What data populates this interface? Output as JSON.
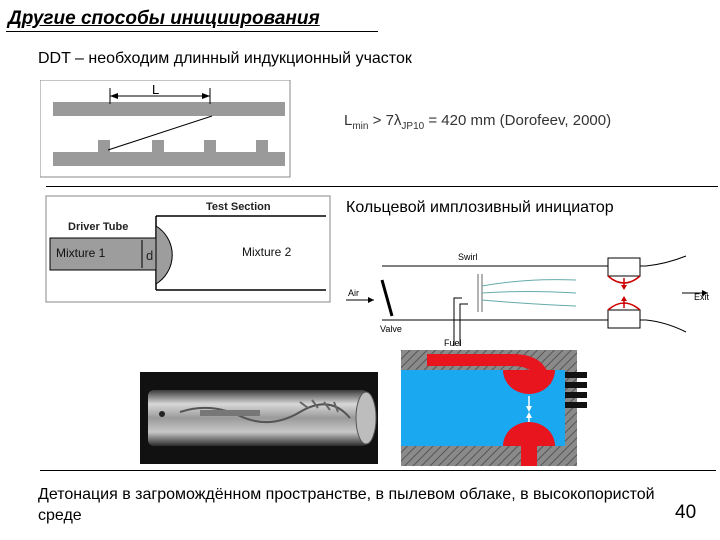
{
  "slide": {
    "title": "Другие способы инициирования",
    "subtitle": "DDT – необходим  длинный индукционный участок",
    "lmin": {
      "prefix": "L",
      "prefix_sub": "min",
      "middle": " > 7λ",
      "middle_sub": "JP10",
      "suffix": " = 420 mm  (Dorofeev, 2000)"
    },
    "ring_initiator_label": "Кольцевой имплозивный инициатор",
    "bottom_text": "Детонация в загромождённом пространстве, в пылевом облаке, в высокопористой среде",
    "page_number": "40"
  },
  "ddt_diagram": {
    "length_label": "L"
  },
  "driver_diagram": {
    "test_section": "Test Section",
    "driver_tube": "Driver Tube",
    "mixture1": "Mixture 1",
    "mixture2": "Mixture 2",
    "diameter": "d"
  },
  "engine_diagram": {
    "swirl": "Swirl",
    "air": "Air",
    "valve": "Valve",
    "fuel": "Fuel",
    "exit": "Exit"
  },
  "colors": {
    "blue": "#1aa8f0",
    "red": "#e8141e",
    "gray": "#6a6a6a"
  }
}
